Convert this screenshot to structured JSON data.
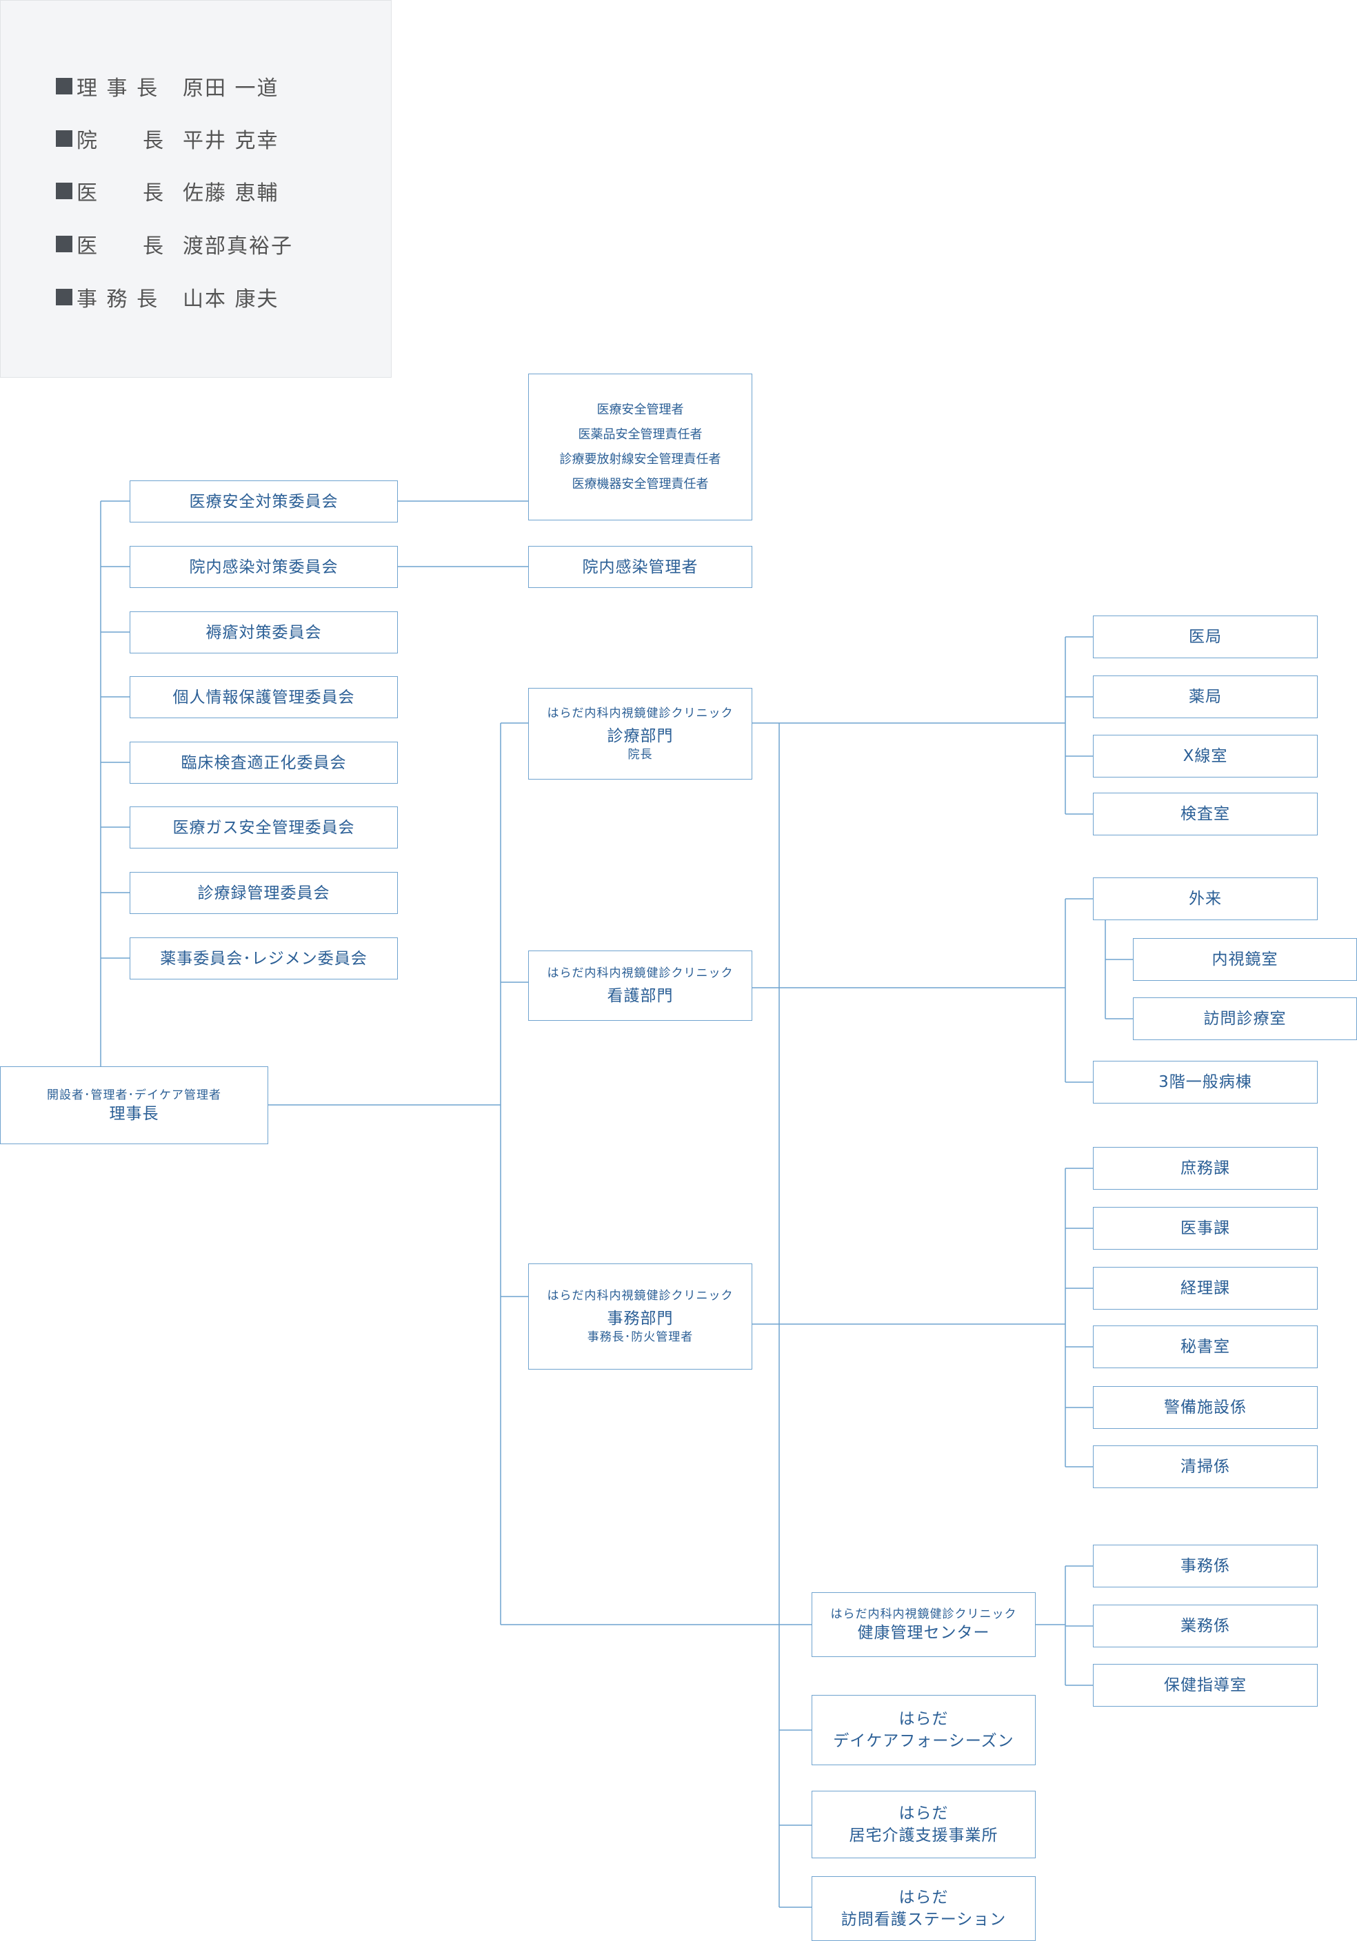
{
  "executives": [
    {
      "role": "理 事 長",
      "name": "原田 一道"
    },
    {
      "role": "院　　長",
      "name": "平井 克幸"
    },
    {
      "role": "医　　長",
      "name": "佐藤 恵輔"
    },
    {
      "role": "医　　長",
      "name": "渡部真裕子"
    },
    {
      "role": "事 務 長",
      "name": "山本 康夫"
    }
  ],
  "head": {
    "sub": "開設者･管理者･デイケア管理者",
    "main": "理事長"
  },
  "committees": [
    "医療安全対策委員会",
    "院内感染対策委員会",
    "褥瘡対策委員会",
    "個人情報保護管理委員会",
    "臨床検査適正化委員会",
    "医療ガス安全管理委員会",
    "診療録管理委員会",
    "薬事委員会･レジメン委員会"
  ],
  "safety_managers": [
    "医療安全管理者",
    "医薬品安全管理責任者",
    "診療要放射線安全管理責任者",
    "医療機器安全管理責任者"
  ],
  "infection_manager": "院内感染管理者",
  "clinic_name": "はらだ内科内視鏡健診クリニック",
  "departments": {
    "medical": {
      "title": "診療部門",
      "note": "院長",
      "units": [
        "医局",
        "薬局",
        "X線室",
        "検査室"
      ]
    },
    "nursing": {
      "title": "看護部門",
      "units": [
        "外来",
        "内視鏡室",
        "訪問診療室",
        "3階一般病棟"
      ]
    },
    "admin": {
      "title": "事務部門",
      "note": "事務長･防火管理者",
      "units": [
        "庶務課",
        "医事課",
        "経理課",
        "秘書室",
        "警備施設係",
        "清掃係"
      ]
    },
    "health": {
      "title": "健康管理センター",
      "units": [
        "事務係",
        "業務係",
        "保健指導室"
      ]
    }
  },
  "affiliates": [
    {
      "line1": "はらだ",
      "line2": "デイケアフォーシーズン"
    },
    {
      "line1": "はらだ",
      "line2": "居宅介護支援事業所"
    },
    {
      "line1": "はらだ",
      "line2": "訪問看護ステーション"
    }
  ]
}
